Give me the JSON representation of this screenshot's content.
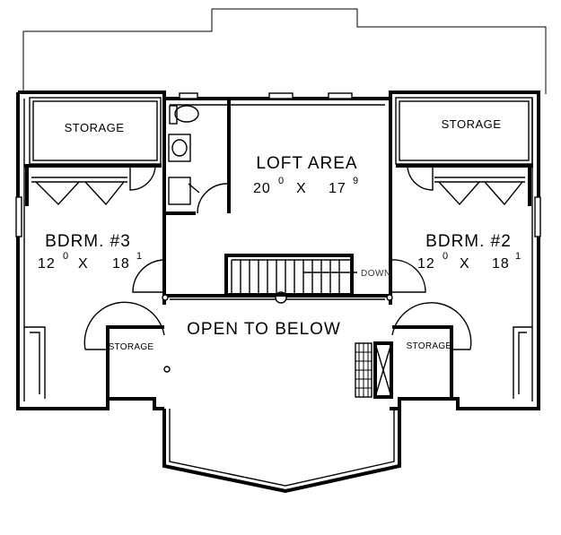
{
  "rooms": {
    "loft": {
      "name": "LOFT AREA",
      "dim_w": "20",
      "dim_w_sup": "0",
      "dim_x": "X",
      "dim_l": "17",
      "dim_l_sup": "9"
    },
    "bedroom3": {
      "name": "BDRM. #3",
      "dim_w": "12",
      "dim_w_sup": "0",
      "dim_x": "X",
      "dim_l": "18",
      "dim_l_sup": "1"
    },
    "bedroom2": {
      "name": "BDRM. #2",
      "dim_w": "12",
      "dim_w_sup": "0",
      "dim_x": "X",
      "dim_l": "18",
      "dim_l_sup": "1"
    },
    "storage_top_left": {
      "name": "STORAGE"
    },
    "storage_top_right": {
      "name": "STORAGE"
    },
    "storage_lower_left": {
      "name": "STORAGE"
    },
    "storage_lower_right": {
      "name": "STORAGE"
    },
    "open_to_below": {
      "name": "OPEN TO BELOW"
    }
  },
  "stair": {
    "label": "DOWN"
  },
  "colors": {
    "line": "#000000",
    "background": "#ffffff"
  }
}
